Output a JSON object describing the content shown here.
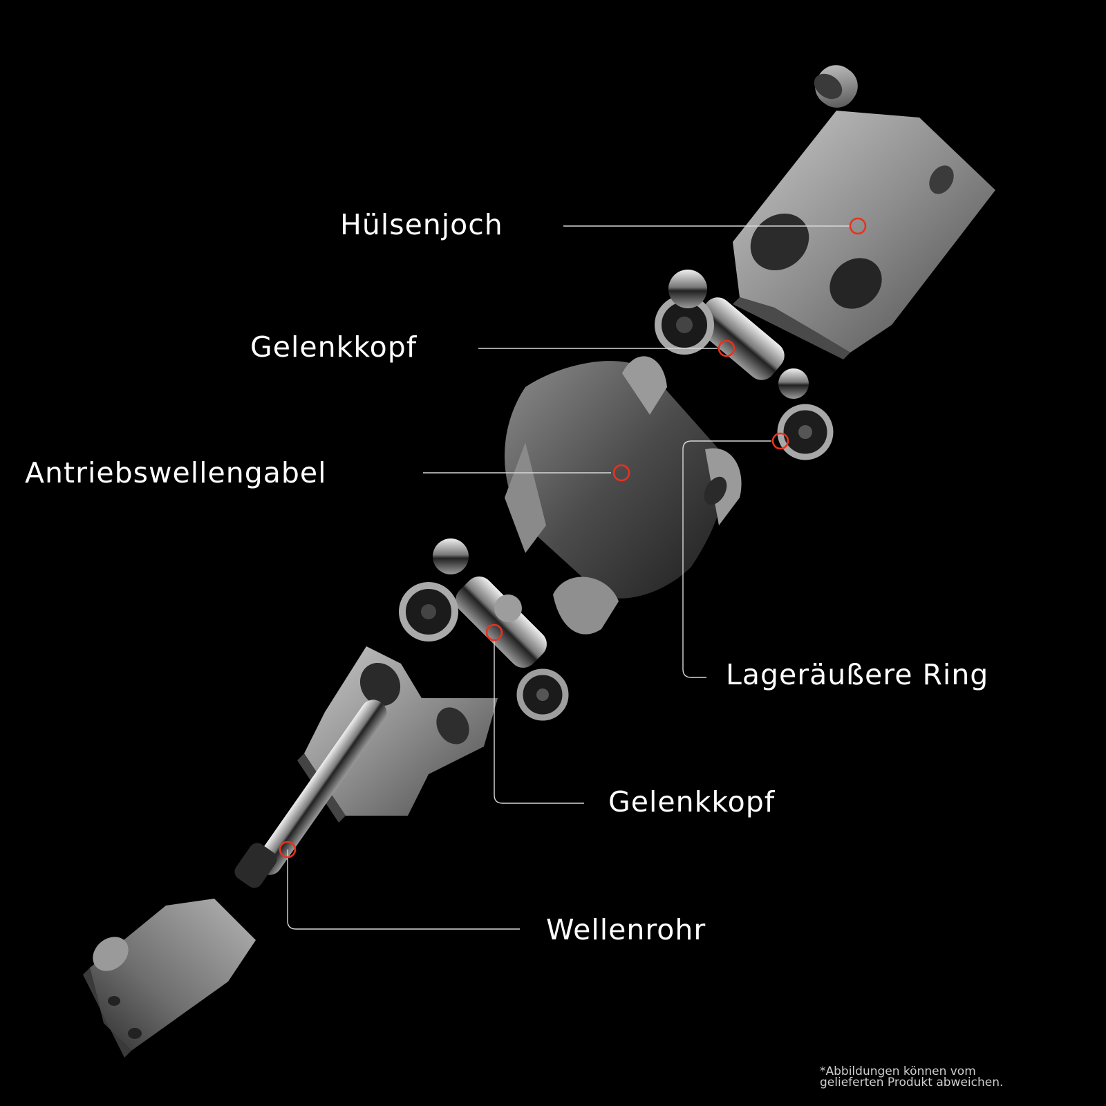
{
  "labels": {
    "huelsenjoch": "Hülsenjoch",
    "gelenkkopf_upper": "Gelenkkopf",
    "antriebswellengabel": "Antriebswellengabel",
    "lageraeussere_ring": "Lageräußere Ring",
    "gelenkkopf_lower": "Gelenkkopf",
    "wellenrohr": "Wellenrohr"
  },
  "disclaimer": {
    "line1": "*Abbildungen können vom",
    "line2": "gelieferten Produkt abweichen."
  },
  "colors": {
    "background": "#000000",
    "marker": "#e8321e",
    "leader_line": "#d8d8d8",
    "text": "#ffffff"
  }
}
